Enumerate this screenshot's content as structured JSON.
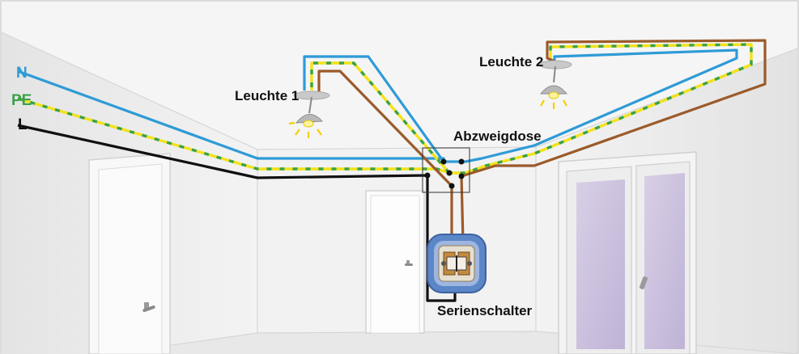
{
  "labels": {
    "n": "N",
    "pe": "PE",
    "l": "L",
    "lamp1": "Leuchte 1",
    "lamp2": "Leuchte 2",
    "junction_box": "Abzweigdose",
    "switch": "Serienschalter"
  },
  "colors": {
    "neutral": "#2e9bd6",
    "earth_yellow": "#f2e21a",
    "earth_green": "#3aa14a",
    "live": "#111111",
    "switched": "#9b5a2a",
    "room_wall": "#eeeeee",
    "ceiling": "#f6f6f6"
  },
  "icons": {
    "lamp": "ceiling-lamp-icon",
    "switch": "series-switch-icon",
    "door_handle": "door-handle-icon"
  }
}
